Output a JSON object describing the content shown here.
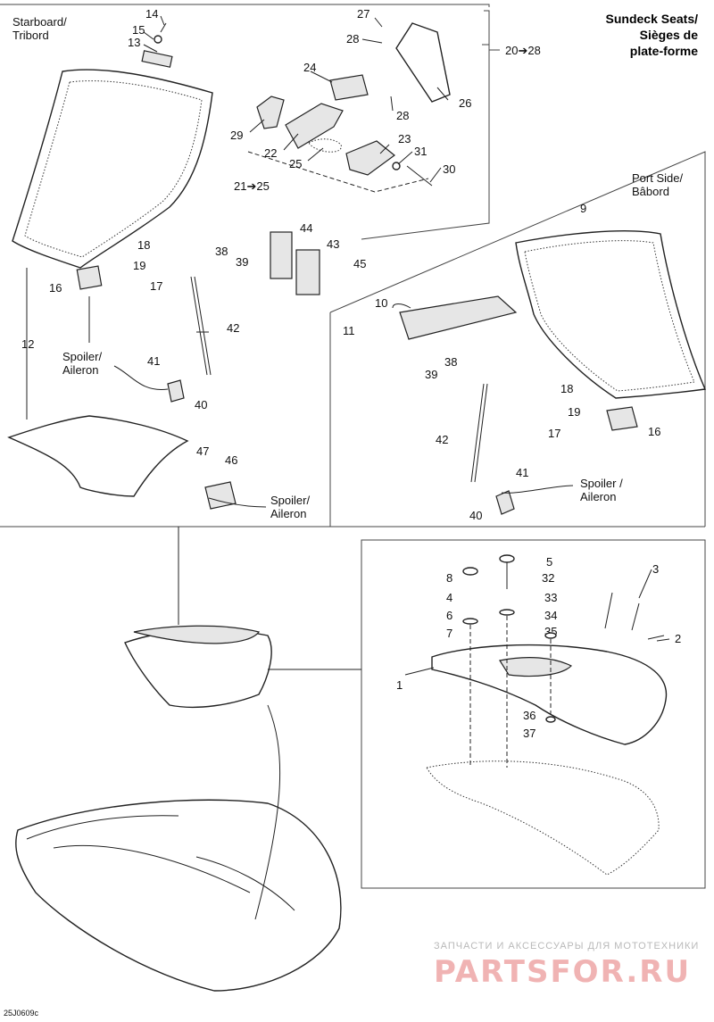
{
  "title": {
    "line1": "Sundeck Seats/",
    "line2": "Sièges de",
    "line3": "plate-forme"
  },
  "side_labels": {
    "starboard_1": "Starboard/",
    "starboard_2": "Tribord",
    "port_1": "Port Side/",
    "port_2": "Bâbord"
  },
  "groups": {
    "g20_28": "20➔28",
    "g21_25": "21➔25"
  },
  "spoiler": {
    "line1": "Spoiler/",
    "line2": "Aileron",
    "line1b": "Spoiler /"
  },
  "parts": {
    "p1": "1",
    "p2": "2",
    "p3": "3",
    "p4": "4",
    "p5": "5",
    "p6": "6",
    "p7": "7",
    "p8": "8",
    "p9": "9",
    "p10": "10",
    "p11": "11",
    "p12": "12",
    "p13": "13",
    "p14": "14",
    "p15": "15",
    "p16": "16",
    "p17": "17",
    "p18": "18",
    "p19": "19",
    "p22": "22",
    "p23": "23",
    "p24": "24",
    "p25": "25",
    "p26": "26",
    "p27": "27",
    "p28": "28",
    "p29": "29",
    "p30": "30",
    "p31": "31",
    "p32": "32",
    "p33": "33",
    "p34": "34",
    "p35": "35",
    "p36": "36",
    "p37": "37",
    "p38": "38",
    "p39": "39",
    "p40": "40",
    "p41": "41",
    "p42": "42",
    "p43": "43",
    "p44": "44",
    "p45": "45",
    "p46": "46",
    "p47": "47"
  },
  "watermark": {
    "line1": "ЗАПЧАСТИ И АКСЕССУАРЫ ДЛЯ МОТОТЕХНИКИ",
    "line2": "PARTSFOR.RU"
  },
  "drawing_code": "25J0609c"
}
